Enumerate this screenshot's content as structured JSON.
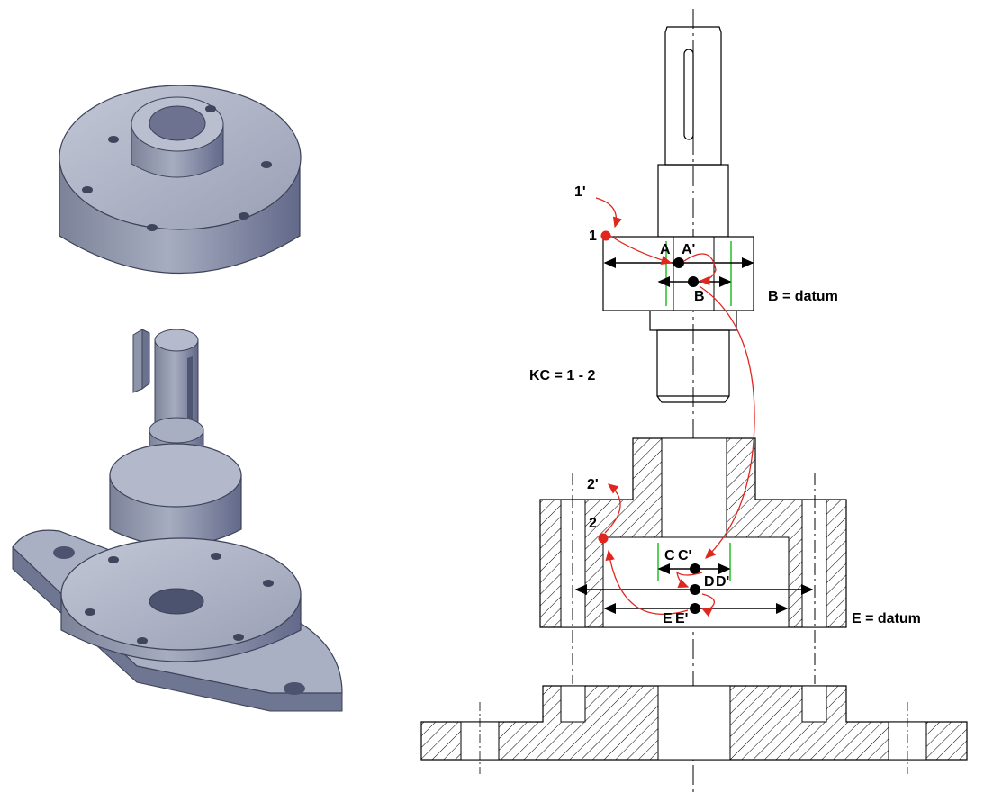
{
  "diagram": {
    "points": {
      "p1": "1",
      "p1_prime": "1'",
      "p2": "2",
      "p2_prime": "2'"
    },
    "features": {
      "A": "A",
      "A_prime": "A'",
      "B": "B",
      "C": "C",
      "C_prime": "C'",
      "D": "D",
      "D_prime": "D'",
      "E": "E",
      "E_prime": "E'"
    },
    "annotations": {
      "kc": "KC = 1 - 2",
      "b_datum": "B = datum",
      "e_datum": "E = datum"
    },
    "colors": {
      "part_fill": "#8f96ad",
      "part_light": "#b6bccd",
      "part_dark": "#5f6680",
      "arrow_red": "#e0261f",
      "feature_green": "#22c022",
      "line": "#000000"
    }
  }
}
